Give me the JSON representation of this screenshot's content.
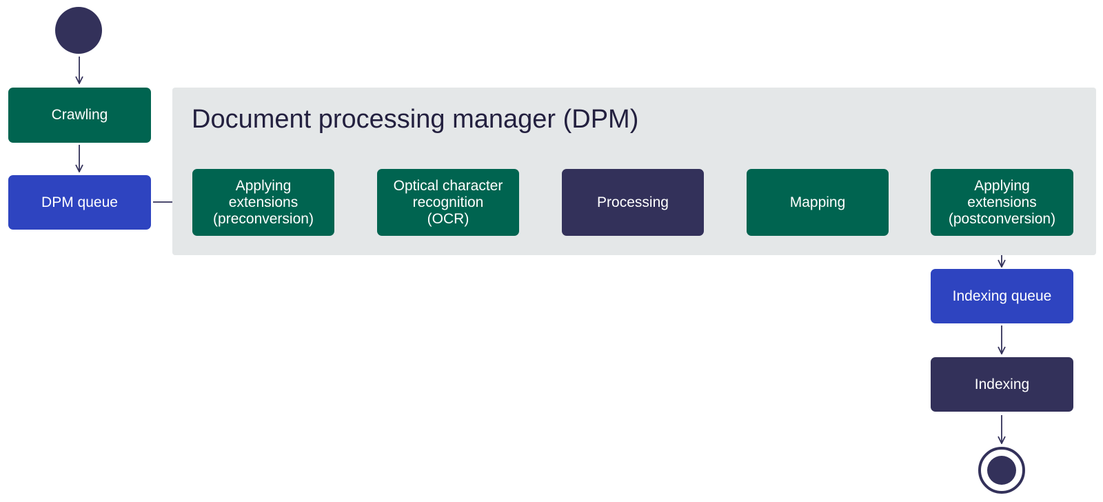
{
  "diagram": {
    "group_title": "Document processing manager (DPM)",
    "nodes": {
      "crawling": "Crawling",
      "dpm_queue": "DPM queue",
      "applying_pre": [
        "Applying",
        "extensions",
        "(preconversion)"
      ],
      "ocr": [
        "Optical character",
        "recognition",
        "(OCR)"
      ],
      "processing": "Processing",
      "mapping": "Mapping",
      "applying_post": [
        "Applying",
        "extensions",
        "(postconversion)"
      ],
      "indexing_queue": "Indexing queue",
      "indexing": "Indexing"
    },
    "colors": {
      "green": "#006450",
      "blue": "#2e44c0",
      "dark": "#33315a",
      "group_bg": "#e4e7e8",
      "arrow": "#33315a"
    }
  }
}
